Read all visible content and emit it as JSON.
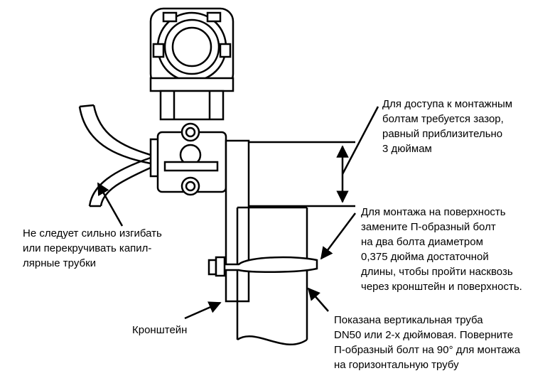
{
  "labels": {
    "gap": [
      "Для  доступа к монтажным",
      "болтам требуется зазор,",
      "равный приблизительно",
      "3 дюймам"
    ],
    "surface": [
      "Для монтажа на поверхность",
      "замените П-образный болт",
      "на два болта диаметром",
      "0,375 дюйма достаточной",
      "длины, чтобы пройти  насквозь",
      "через кронштейн и поверхность."
    ],
    "capillary": [
      "Не следует сильно изгибать",
      "или перекручивать капил-",
      "лярные трубки"
    ],
    "bracket": [
      "Кронштейн"
    ],
    "pipe": [
      "Показана вертикальная труба",
      "DN50 или 2-х дюймовая. Поверните",
      "П-образный болт на 90° для монтажа",
      "на горизонтальную трубу"
    ]
  }
}
